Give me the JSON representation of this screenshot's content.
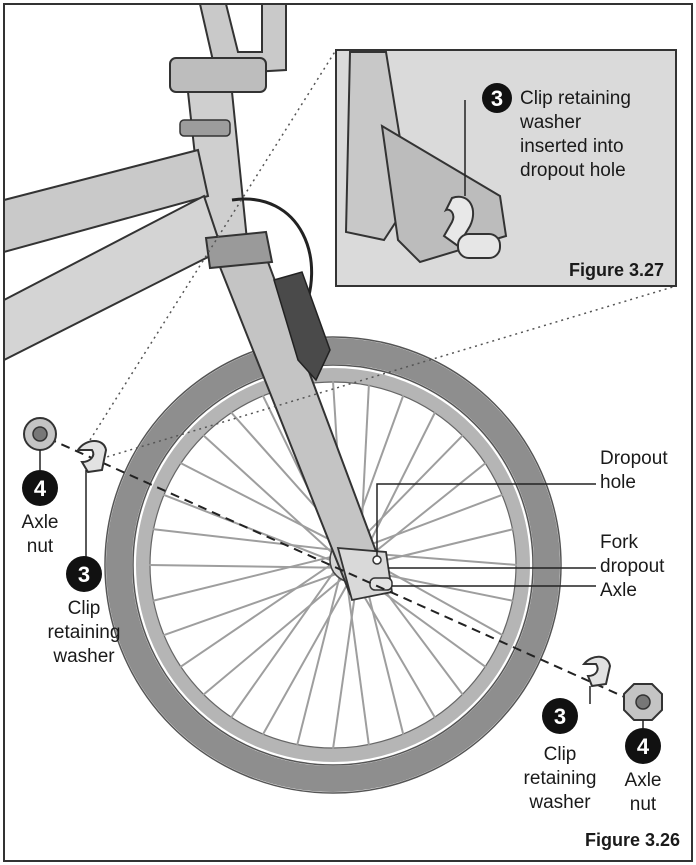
{
  "figures": {
    "main_caption": "Figure 3.26",
    "inset_caption": "Figure 3.27"
  },
  "inset": {
    "badge": "3",
    "caption_lines": [
      "Clip retaining",
      "washer",
      "inserted into",
      "dropout hole"
    ]
  },
  "callouts": {
    "dropout_hole": [
      "Dropout",
      "hole"
    ],
    "fork_dropout": [
      "Fork",
      "dropout"
    ],
    "axle": "Axle"
  },
  "left_parts": {
    "axle_nut_badge": "4",
    "axle_nut_label": [
      "Axle",
      "nut"
    ],
    "washer_badge": "3",
    "washer_label": [
      "Clip",
      "retaining",
      "washer"
    ]
  },
  "right_parts": {
    "washer_badge": "3",
    "washer_label": [
      "Clip",
      "retaining",
      "washer"
    ],
    "axle_nut_badge": "4",
    "axle_nut_label": [
      "Axle",
      "nut"
    ]
  },
  "colors": {
    "frame": "#c9c9c9",
    "tire": "#9a9a9a",
    "spoke": "#bdbdbd",
    "outline": "#3a3a3a",
    "badge": "#111111"
  }
}
